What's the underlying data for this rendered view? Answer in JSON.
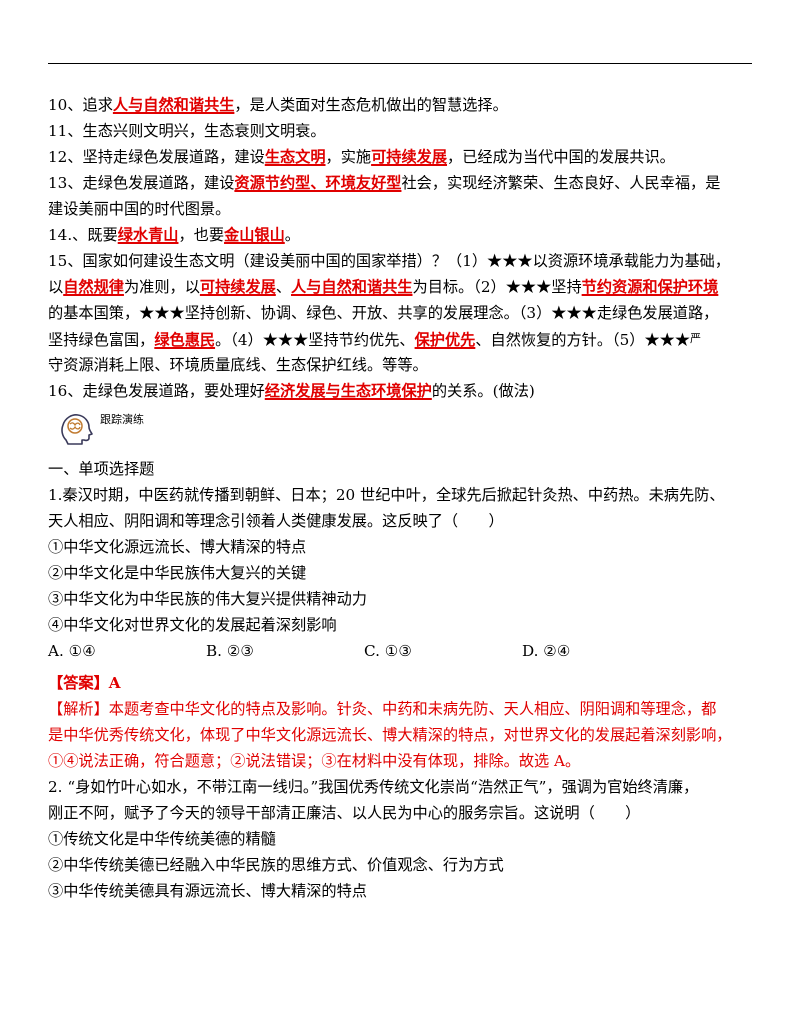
{
  "items": {
    "i10": {
      "pre": "10、追求",
      "hl": "人与自然和谐共生",
      "post": "，是人类面对生态危机做出的智慧选择。"
    },
    "i11": {
      "text": "11、生态兴则文明兴，生态衰则文明衰。"
    },
    "i12": {
      "pre": "12、坚持走绿色发展道路，建设",
      "hl1": "生态文明",
      "mid": "，实施",
      "hl2": "可持续发展",
      "post": "，已经成为当代中国的发展共识。"
    },
    "i13": {
      "pre": "13、走绿色发展道路，建设",
      "hl": "资源节约型、环境友好型",
      "post": "社会，实现经济繁荣、生态良好、人民幸福，是",
      "line2": "建设美丽中国的时代图景。"
    },
    "i14": {
      "pre": "14.、既要",
      "hl1": "绿水青山",
      "mid": "，也要",
      "hl2": "金山银山",
      "post": "。"
    },
    "i15": {
      "l1": "15、国家如何建设生态文明（建设美丽中国的国家举措）？（1）★★★以资源环境承载能力为基础，",
      "l2_pre": "以",
      "l2_hl1": "自然规律",
      "l2_mid1": "为准则，以",
      "l2_hl2": "可持续发展",
      "l2_mid2": "、",
      "l2_hl3": "人与自然和谐共生",
      "l2_mid3": "为目标。（2）★★★坚持",
      "l2_hl4": "节约资源和保护环境",
      "l3": "的基本国策，★★★坚持创新、协调、绿色、开放、共享的发展理念。（3）★★★走绿色发展道路，",
      "l4_pre": "坚持绿色富国，",
      "l4_hl1": "绿色惠民",
      "l4_mid1": "。（4）★★★坚持节约优先、",
      "l4_hl2": "保护优先",
      "l4_mid2": "、自然恢复的方针。（5）★★★",
      "l4_small": "严",
      "l5": "守资源消耗上限、环境质量底线、生态保护红线。等等。"
    },
    "i16": {
      "pre": "16、走绿色发展道路，要处理好",
      "hl": "经济发展与生态环境保护",
      "post": "的关系。(做法)"
    }
  },
  "tracking": {
    "label": "跟踪演练",
    "icon": "brain-head-icon"
  },
  "section_title": "一、单项选择题",
  "q1": {
    "stem1": "1.秦汉时期，中医药就传播到朝鲜、日本；20 世纪中叶，全球先后掀起针灸热、中药热。未病先防、",
    "stem2": "天人相应、阴阳调和等理念引领着人类健康发展。这反映了（　　）",
    "s1": "①中华文化源远流长、博大精深的特点",
    "s2": "②中华文化是中华民族伟大复兴的关键",
    "s3": "③中华文化为中华民族的伟大复兴提供精神动力",
    "s4": "④中华文化对世界文化的发展起着深刻影响",
    "optA": "A. ①④",
    "optB": "B. ②③",
    "optC": "C. ①③",
    "optD": "D. ②④",
    "answer": "【答案】A",
    "analysis1": "【解析】本题考查中华文化的特点及影响。针灸、中药和未病先防、天人相应、阴阳调和等理念，都",
    "analysis2": "是中华优秀传统文化，体现了中华文化源远流长、博大精深的特点，对世界文化的发展起着深刻影响，",
    "analysis3": "①④说法正确，符合题意；②说法错误；③在材料中没有体现，排除。故选 A。"
  },
  "q2": {
    "stem1": "2. “身如竹叶心如水，不带江南一线归。”我国优秀传统文化崇尚“浩然正气”，强调为官始终清廉，",
    "stem2": "刚正不阿，赋予了今天的领导干部清正廉洁、以人民为中心的服务宗旨。这说明（　　）",
    "s1": "①传统文化是中华传统美德的精髓",
    "s2": "②中华传统美德已经融入中华民族的思维方式、价值观念、行为方式",
    "s3": "③中华传统美德具有源远流长、博大精深的特点"
  },
  "colors": {
    "highlight": "#e00000",
    "text": "#000000"
  }
}
